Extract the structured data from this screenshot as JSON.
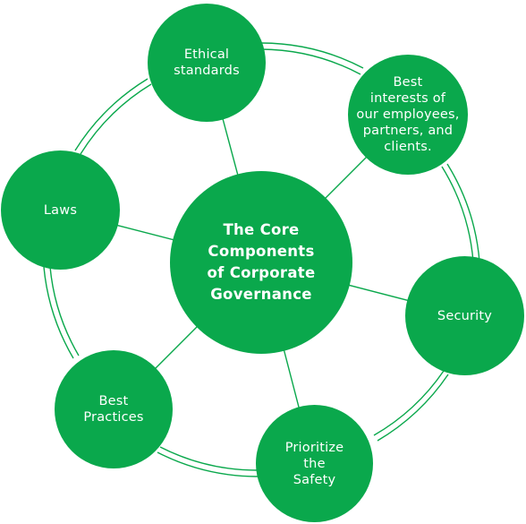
{
  "diagram": {
    "center": {
      "label": "The Core\nComponents\nof Corporate\nGovernance"
    },
    "nodes": {
      "ethical": {
        "label": "Ethical\nstandards"
      },
      "interests": {
        "label": "Best\ninterests of\nour employees,\npartners, and\nclients."
      },
      "security": {
        "label": "Security"
      },
      "safety": {
        "label": "Prioritize\nthe\nSafety"
      },
      "practices": {
        "label": "Best\nPractices"
      },
      "laws": {
        "label": "Laws"
      }
    },
    "colors": {
      "node_fill": "#0aa84c",
      "line": "#0aa84c",
      "text": "#ffffff"
    }
  }
}
